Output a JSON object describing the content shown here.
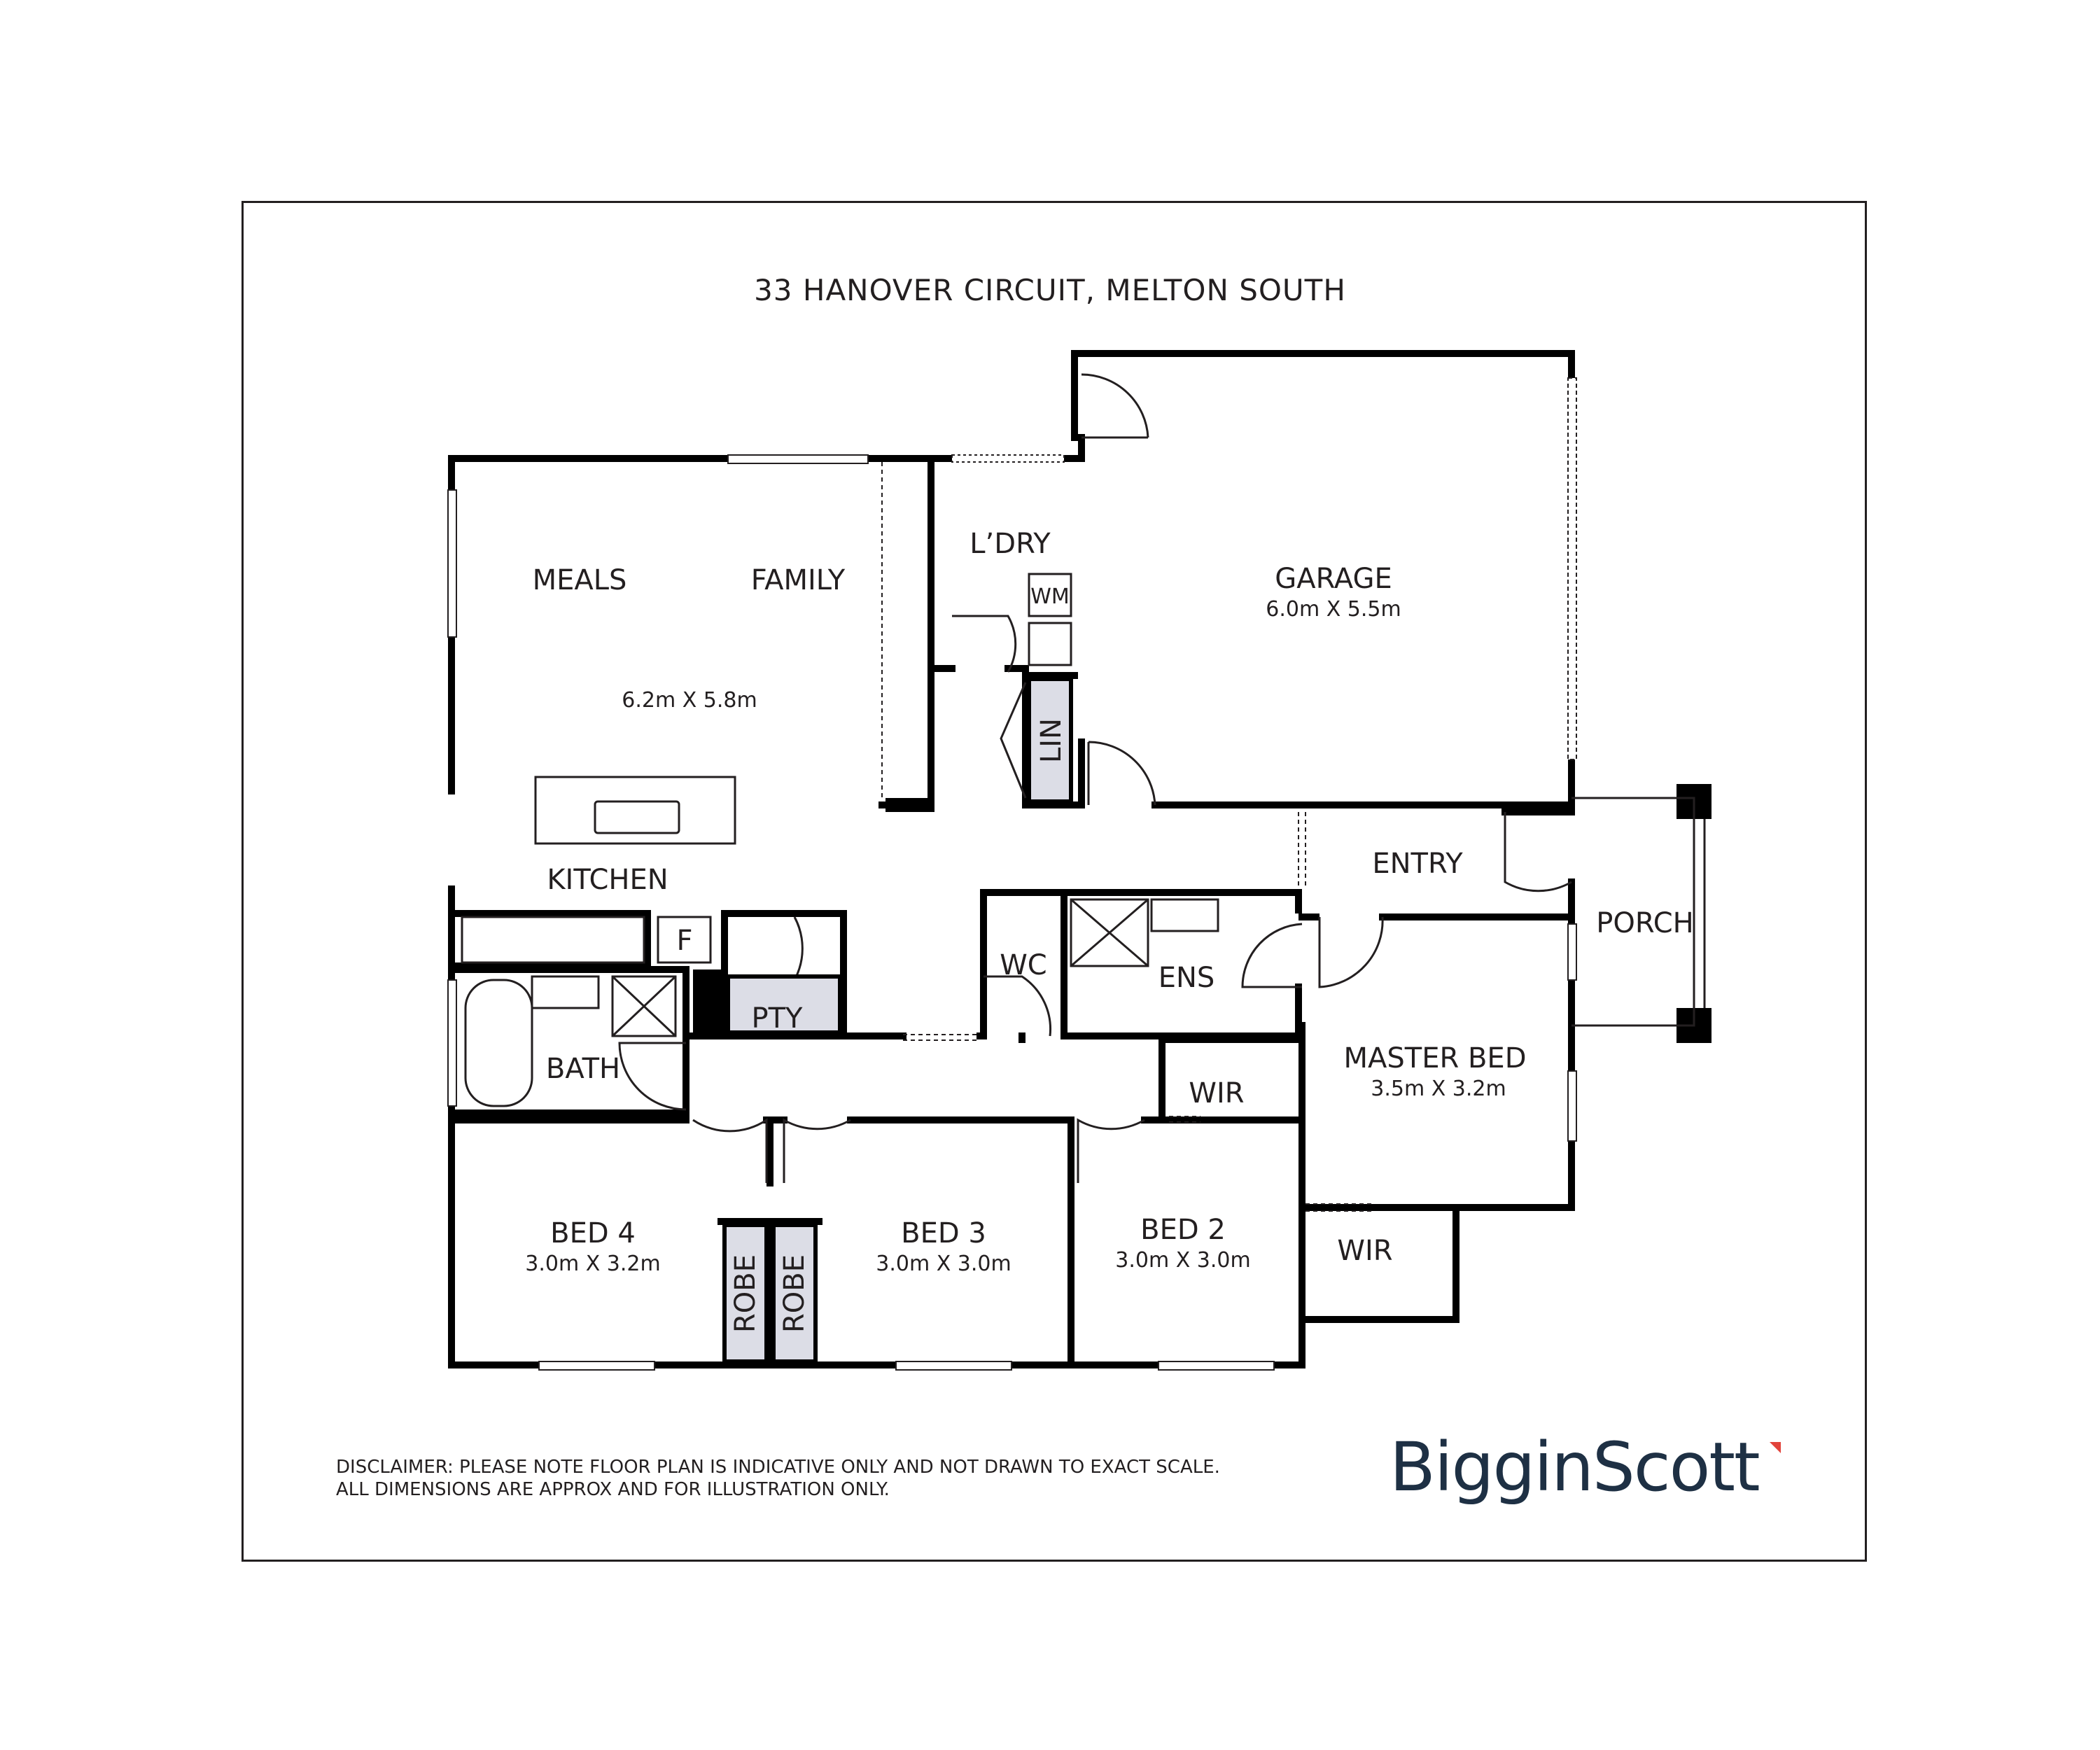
{
  "title": "33 HANOVER CIRCUIT, MELTON SOUTH",
  "rooms": {
    "meals": "MEALS",
    "family": "FAMILY",
    "meals_family_dim": "6.2m X 5.8m",
    "kitchen": "KITCHEN",
    "fridge": "F",
    "pantry": "PTY",
    "bath": "BATH",
    "laundry": "L’DRY",
    "washing_machine": "WM",
    "linen": "LIN",
    "garage": "GARAGE",
    "garage_dim": "6.0m X 5.5m",
    "entry": "ENTRY",
    "porch": "PORCH",
    "wc": "WC",
    "ensuite": "ENS",
    "master_bed": "MASTER BED",
    "master_bed_dim": "3.5m X 3.2m",
    "wir_bed2": "WIR",
    "wir_master": "WIR",
    "bed2": "BED 2",
    "bed2_dim": "3.0m X 3.0m",
    "bed3": "BED 3",
    "bed3_dim": "3.0m X 3.0m",
    "bed4": "BED 4",
    "bed4_dim": "3.0m X 3.2m",
    "robe_bed4": "ROBE",
    "robe_bed3": "ROBE"
  },
  "disclaimer": {
    "line1": "DISCLAIMER: PLEASE NOTE FLOOR PLAN IS INDICATIVE ONLY AND NOT DRAWN TO EXACT SCALE.",
    "line2": "ALL DIMENSIONS ARE APPROX AND FOR ILLUSTRATION ONLY."
  },
  "brand": {
    "logo_text": "BigginScott",
    "logo_color": "#1e3044",
    "accent_color": "#e2433b"
  },
  "colors": {
    "wall": "#000000",
    "fixture_fill": "#dcdde6",
    "line": "#231f20"
  }
}
